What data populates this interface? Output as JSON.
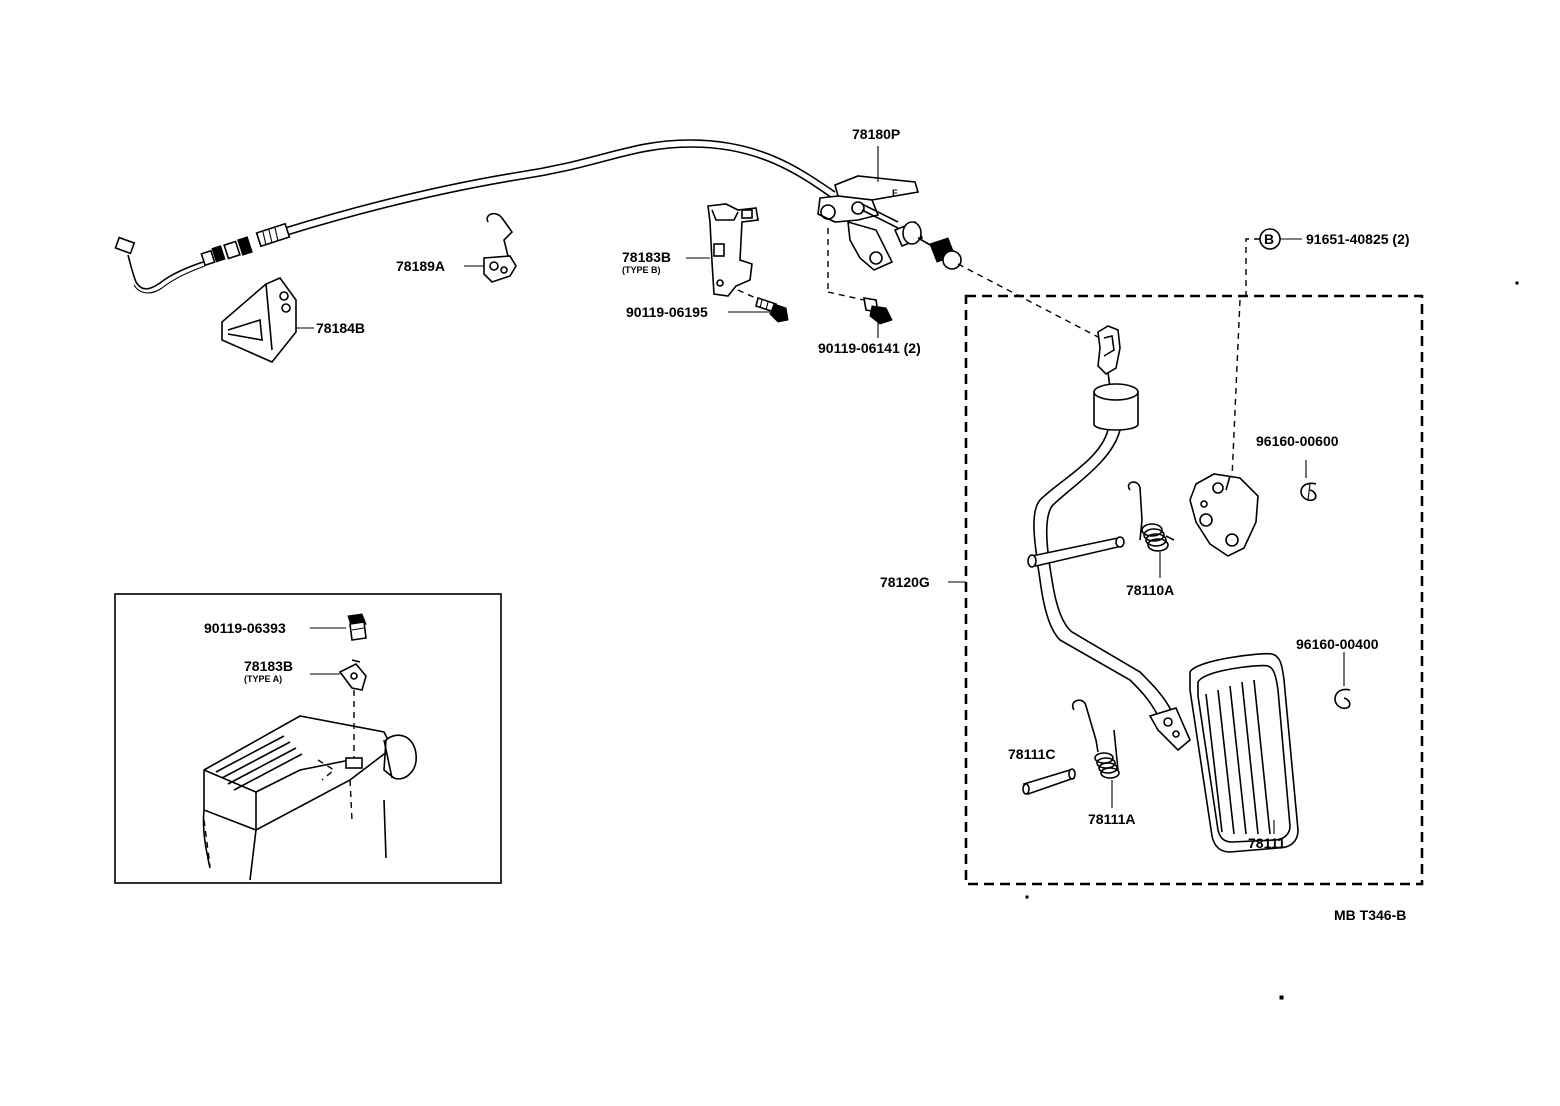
{
  "diagram": {
    "reference_code": "MB T346-B",
    "parts": {
      "p78180P": "78180P",
      "p78189A": "78189A",
      "p78183B_b": "78183B",
      "p78183B_b_type": "(TYPE B)",
      "p90119_06195": "90119-06195",
      "p78184B": "78184B",
      "p90119_06141": "90119-06141  (2)",
      "p91651_40825": "91651-40825  (2)",
      "p91651_marker": "B",
      "p96160_00600": "96160-00600",
      "p78120G": "78120G",
      "p78110A": "78110A",
      "p96160_00400": "96160-00400",
      "p78111C": "78111C",
      "p78111A": "78111A",
      "p78111": "78111",
      "p90119_06393": "90119-06393",
      "p78183B_a": "78183B",
      "p78183B_a_type": "(TYPE A)"
    }
  }
}
